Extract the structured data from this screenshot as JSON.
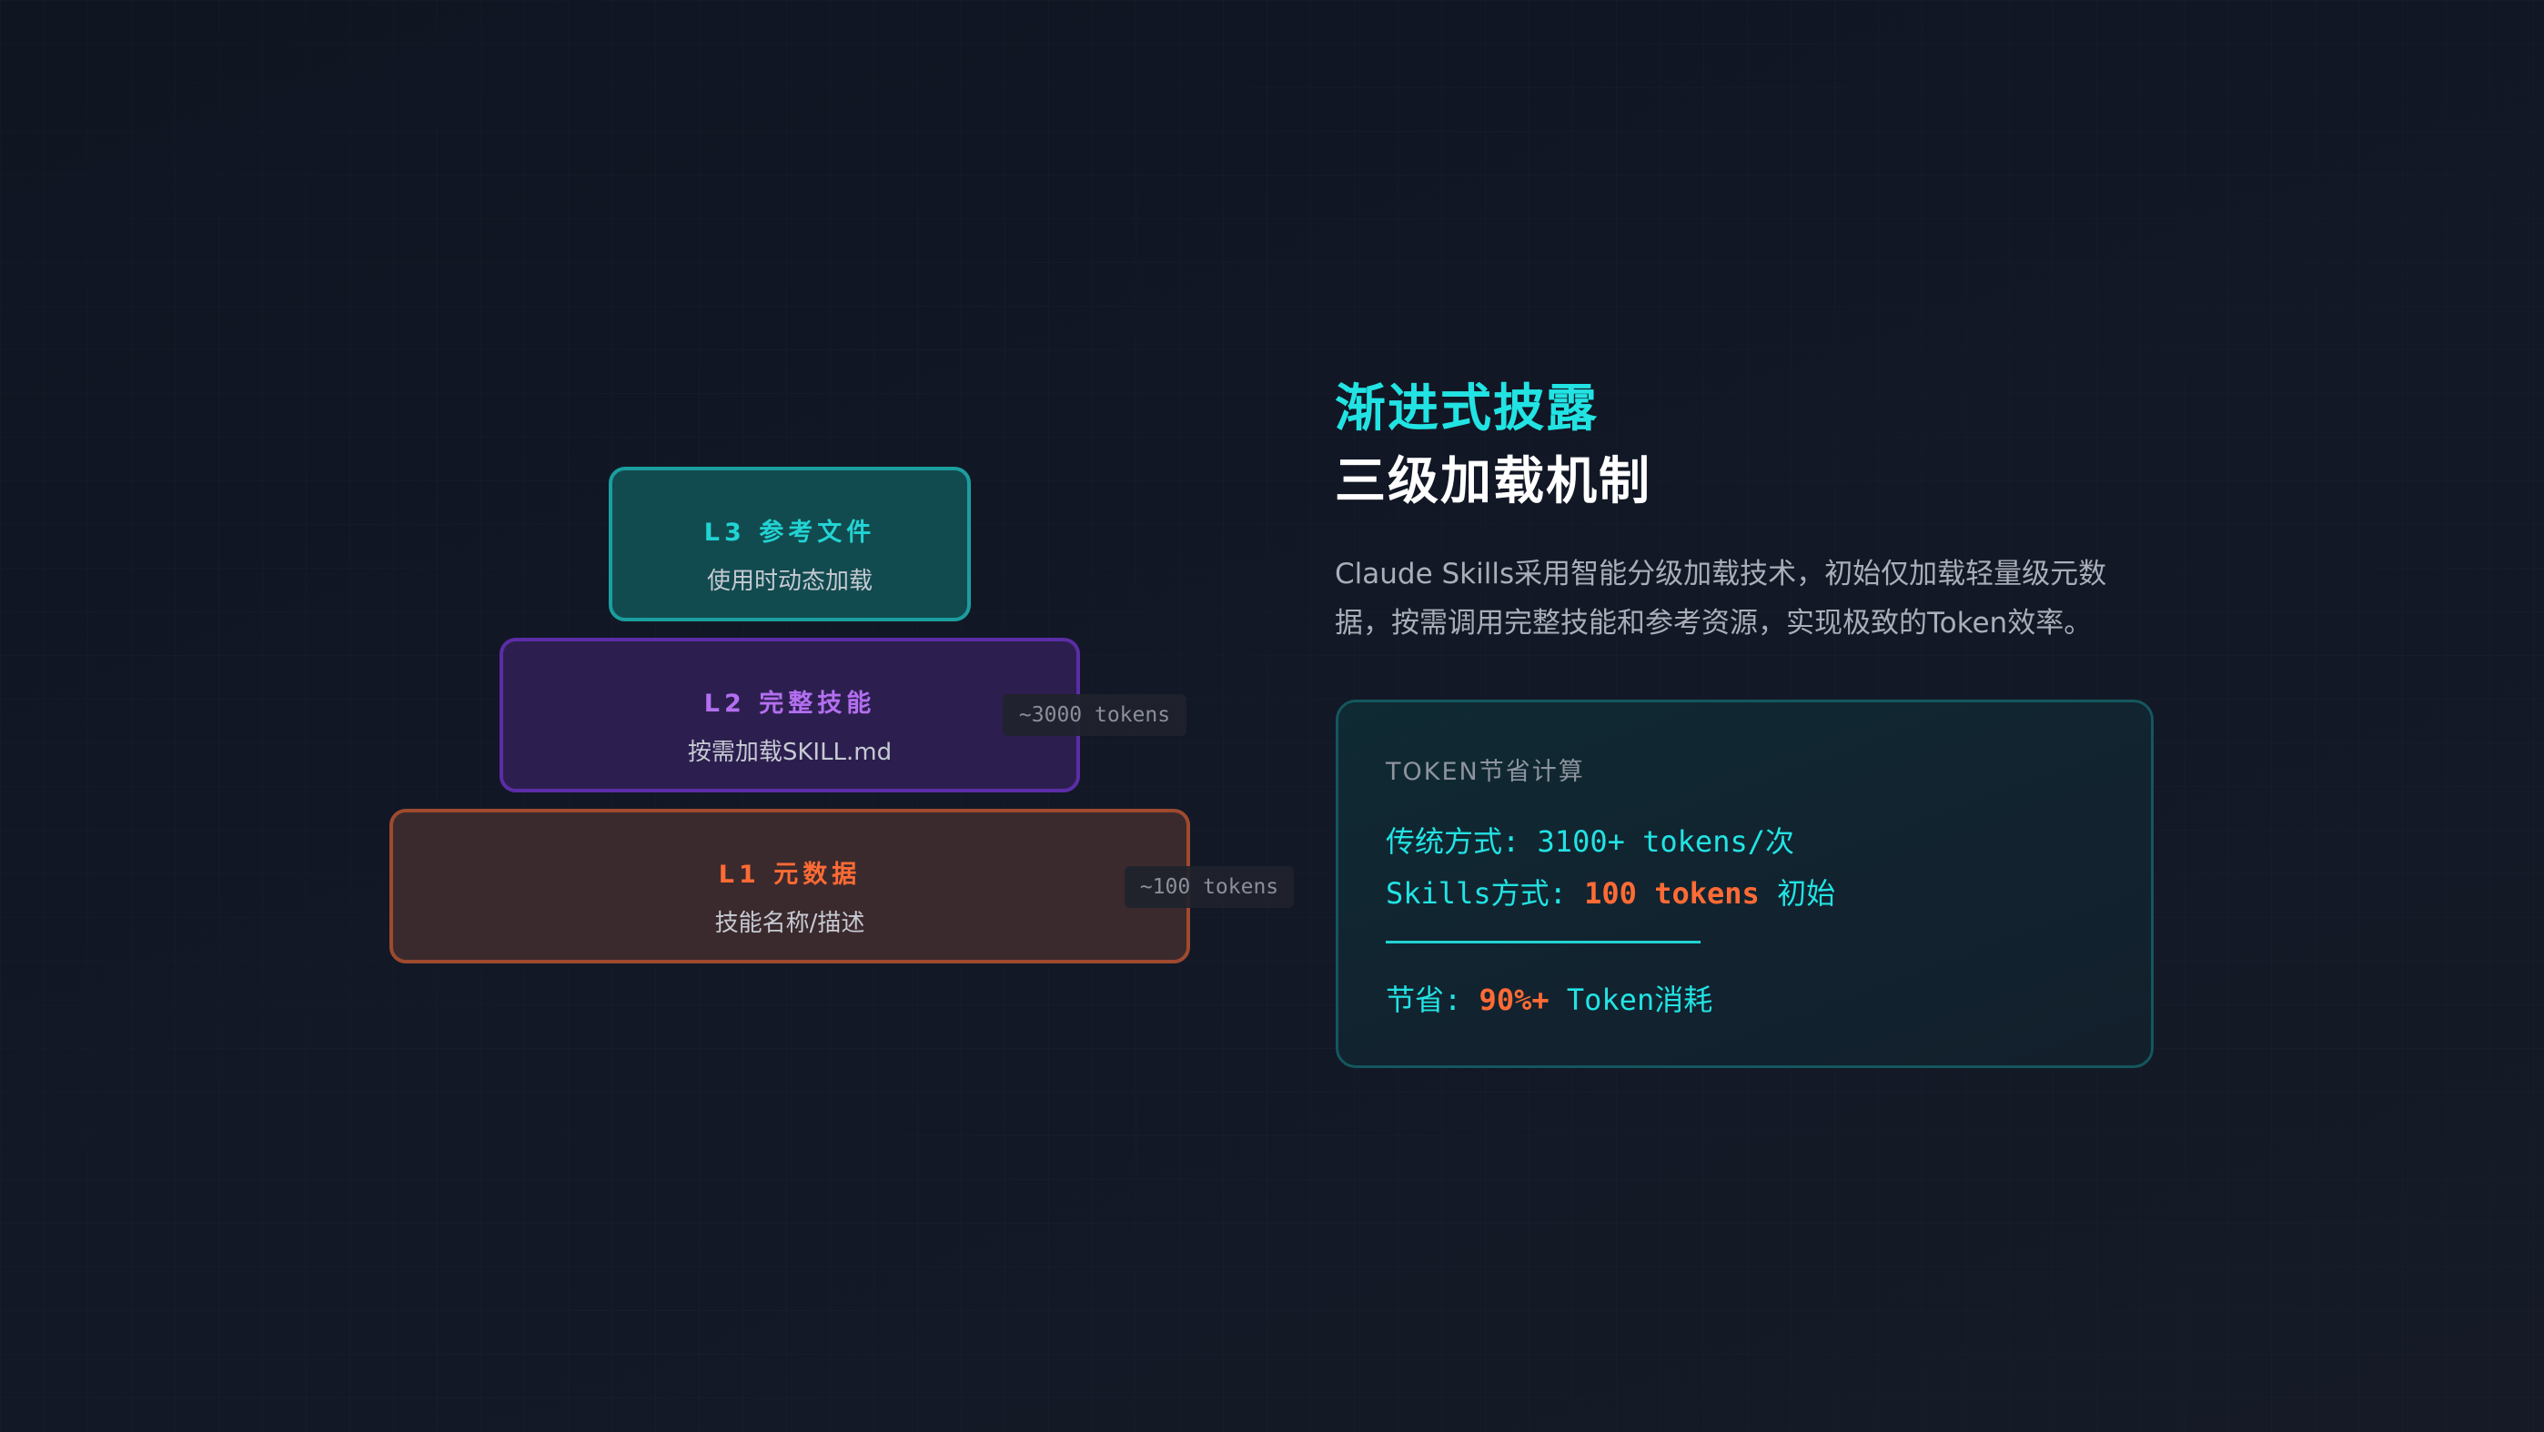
{
  "pyramid": {
    "l3": {
      "title": "L3 参考文件",
      "desc": "使用时动态加载"
    },
    "l2": {
      "title": "L2 完整技能",
      "desc": "按需加载SKILL.md",
      "tokens": "~3000 tokens"
    },
    "l1": {
      "title": "L1 元数据",
      "desc": "技能名称/描述",
      "tokens": "~100 tokens"
    }
  },
  "heading": {
    "accent": "渐进式披露",
    "main": "三级加载机制"
  },
  "description": "Claude Skills采用智能分级加载技术，初始仅加载轻量级元数据，按需调用完整技能和参考资源，实现极致的Token效率。",
  "calc": {
    "title": "TOKEN节省计算",
    "traditional": "传统方式: 3100+ tokens/次",
    "skills_prefix": "Skills方式: ",
    "skills_value": "100 tokens",
    "skills_suffix": " 初始",
    "saving_prefix": "节省: ",
    "saving_value": "90%+",
    "saving_suffix": " Token消耗"
  },
  "colors": {
    "cyan": "#22e3e3",
    "purple": "#b36ff0",
    "orange": "#ff6b35",
    "background": "#121826"
  }
}
